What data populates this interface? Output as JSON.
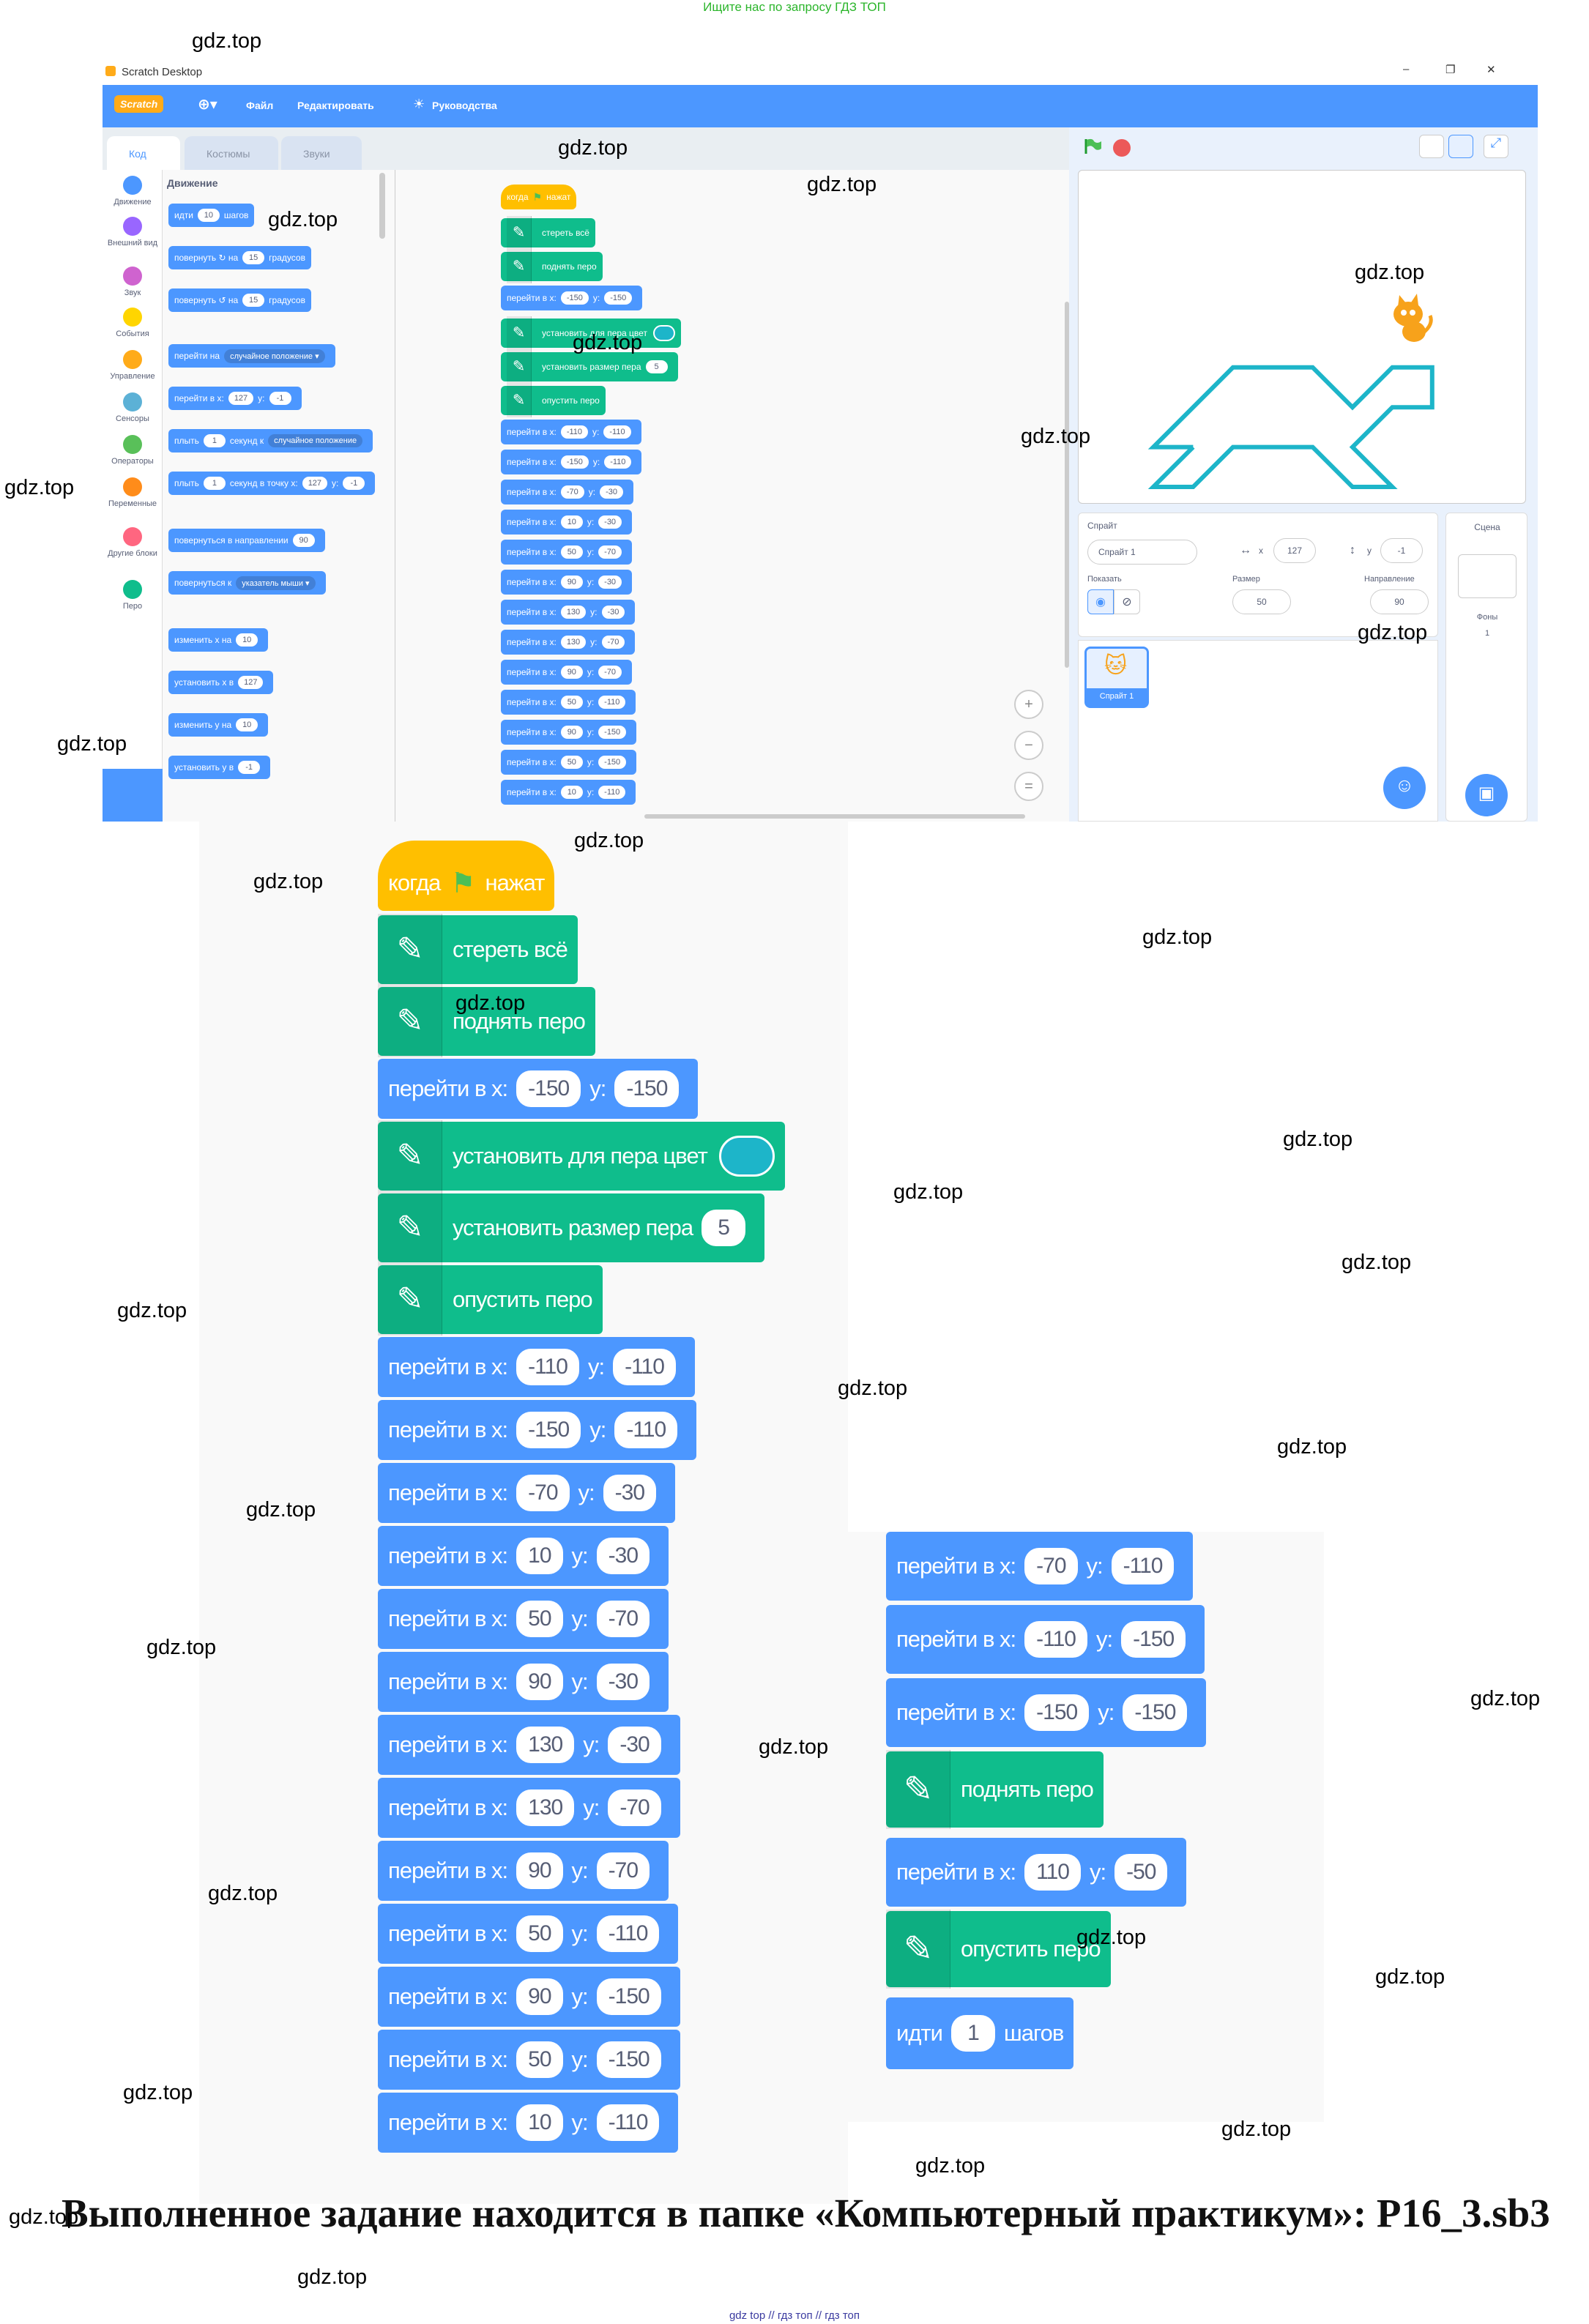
{
  "page": {
    "top_note": "Ищите нас по запросу ГДЗ ТОП",
    "footer": "gdz top  //  гдз топ  //  гдз топ",
    "caption": "Выполненное задание находится в папке «Компьютерный практикум»: P16_3.sb3",
    "watermark": "gdz.top"
  },
  "window": {
    "title": "Scratch Desktop",
    "logo": "Scratch",
    "menu": {
      "file": "Файл",
      "edit": "Редактировать",
      "tutorials": "Руководства"
    },
    "tabs": [
      "Код",
      "Костюмы",
      "Звуки"
    ]
  },
  "categories": [
    "Движение",
    "Внешний вид",
    "Звук",
    "События",
    "Управление",
    "Сенсоры",
    "Операторы",
    "Переменные",
    "Другие блоки",
    "Перо"
  ],
  "category_colors": [
    "#4c97ff",
    "#9966ff",
    "#cf63cf",
    "#ffd500",
    "#ffab19",
    "#5cb1d6",
    "#59c059",
    "#ff8c1a",
    "#ff6680",
    "#0fbd8c"
  ],
  "palette": {
    "heading": "Движение",
    "blocks": [
      [
        "идти",
        "10",
        "шагов"
      ],
      [
        "повернуть ↻ на",
        "15",
        "градусов"
      ],
      [
        "повернуть ↺ на",
        "15",
        "градусов"
      ],
      [
        "перейти на",
        "случайное положение ▾"
      ],
      [
        "перейти в x:",
        "127",
        "y:",
        "-1"
      ],
      [
        "плыть",
        "1",
        "секунд к",
        "случайное положение"
      ],
      [
        "плыть",
        "1",
        "секунд в точку x:",
        "127",
        "y:",
        "-1"
      ],
      [
        "повернуться в направлении",
        "90"
      ],
      [
        "повернуться к",
        "указатель мыши ▾"
      ],
      [
        "изменить x на",
        "10"
      ],
      [
        "установить x в",
        "127"
      ],
      [
        "изменить y на",
        "10"
      ],
      [
        "установить y в",
        "-1"
      ]
    ]
  },
  "script": {
    "hat": {
      "when": "когда",
      "clicked": "нажат"
    },
    "pen_blocks": {
      "clear": "стереть всё",
      "pen_up": "поднять перо",
      "set_color": "установить для пера цвет",
      "set_size": "установить размер пера",
      "size_value": "5",
      "pen_down": "опустить перо"
    },
    "goto_label": "перейти в x:",
    "y_label": "y:",
    "move_label": "идти",
    "steps_label": "шагов",
    "move_value": "1",
    "pen_color": "#1db5c9",
    "start": [
      "-150",
      "-150"
    ],
    "points": [
      [
        "-110",
        "-110"
      ],
      [
        "-150",
        "-110"
      ],
      [
        "-70",
        "-30"
      ],
      [
        "10",
        "-30"
      ],
      [
        "50",
        "-70"
      ],
      [
        "90",
        "-30"
      ],
      [
        "130",
        "-30"
      ],
      [
        "130",
        "-70"
      ],
      [
        "90",
        "-70"
      ],
      [
        "50",
        "-110"
      ],
      [
        "90",
        "-150"
      ],
      [
        "50",
        "-150"
      ],
      [
        "10",
        "-110"
      ]
    ],
    "continuation": [
      [
        "-70",
        "-110"
      ],
      [
        "-110",
        "-150"
      ],
      [
        "-150",
        "-150"
      ]
    ],
    "after": [
      "110",
      "-50"
    ]
  },
  "sprite_panel": {
    "sprite_label": "Спрайт",
    "sprite_name": "Спрайт 1",
    "x_label": "x",
    "x": "127",
    "y_label": "y",
    "y": "-1",
    "show_label": "Показать",
    "size_label": "Размер",
    "size": "50",
    "direction_label": "Направление",
    "direction": "90",
    "stage_label": "Сцена",
    "backdrops_label": "Фоны",
    "backdrops": "1"
  }
}
